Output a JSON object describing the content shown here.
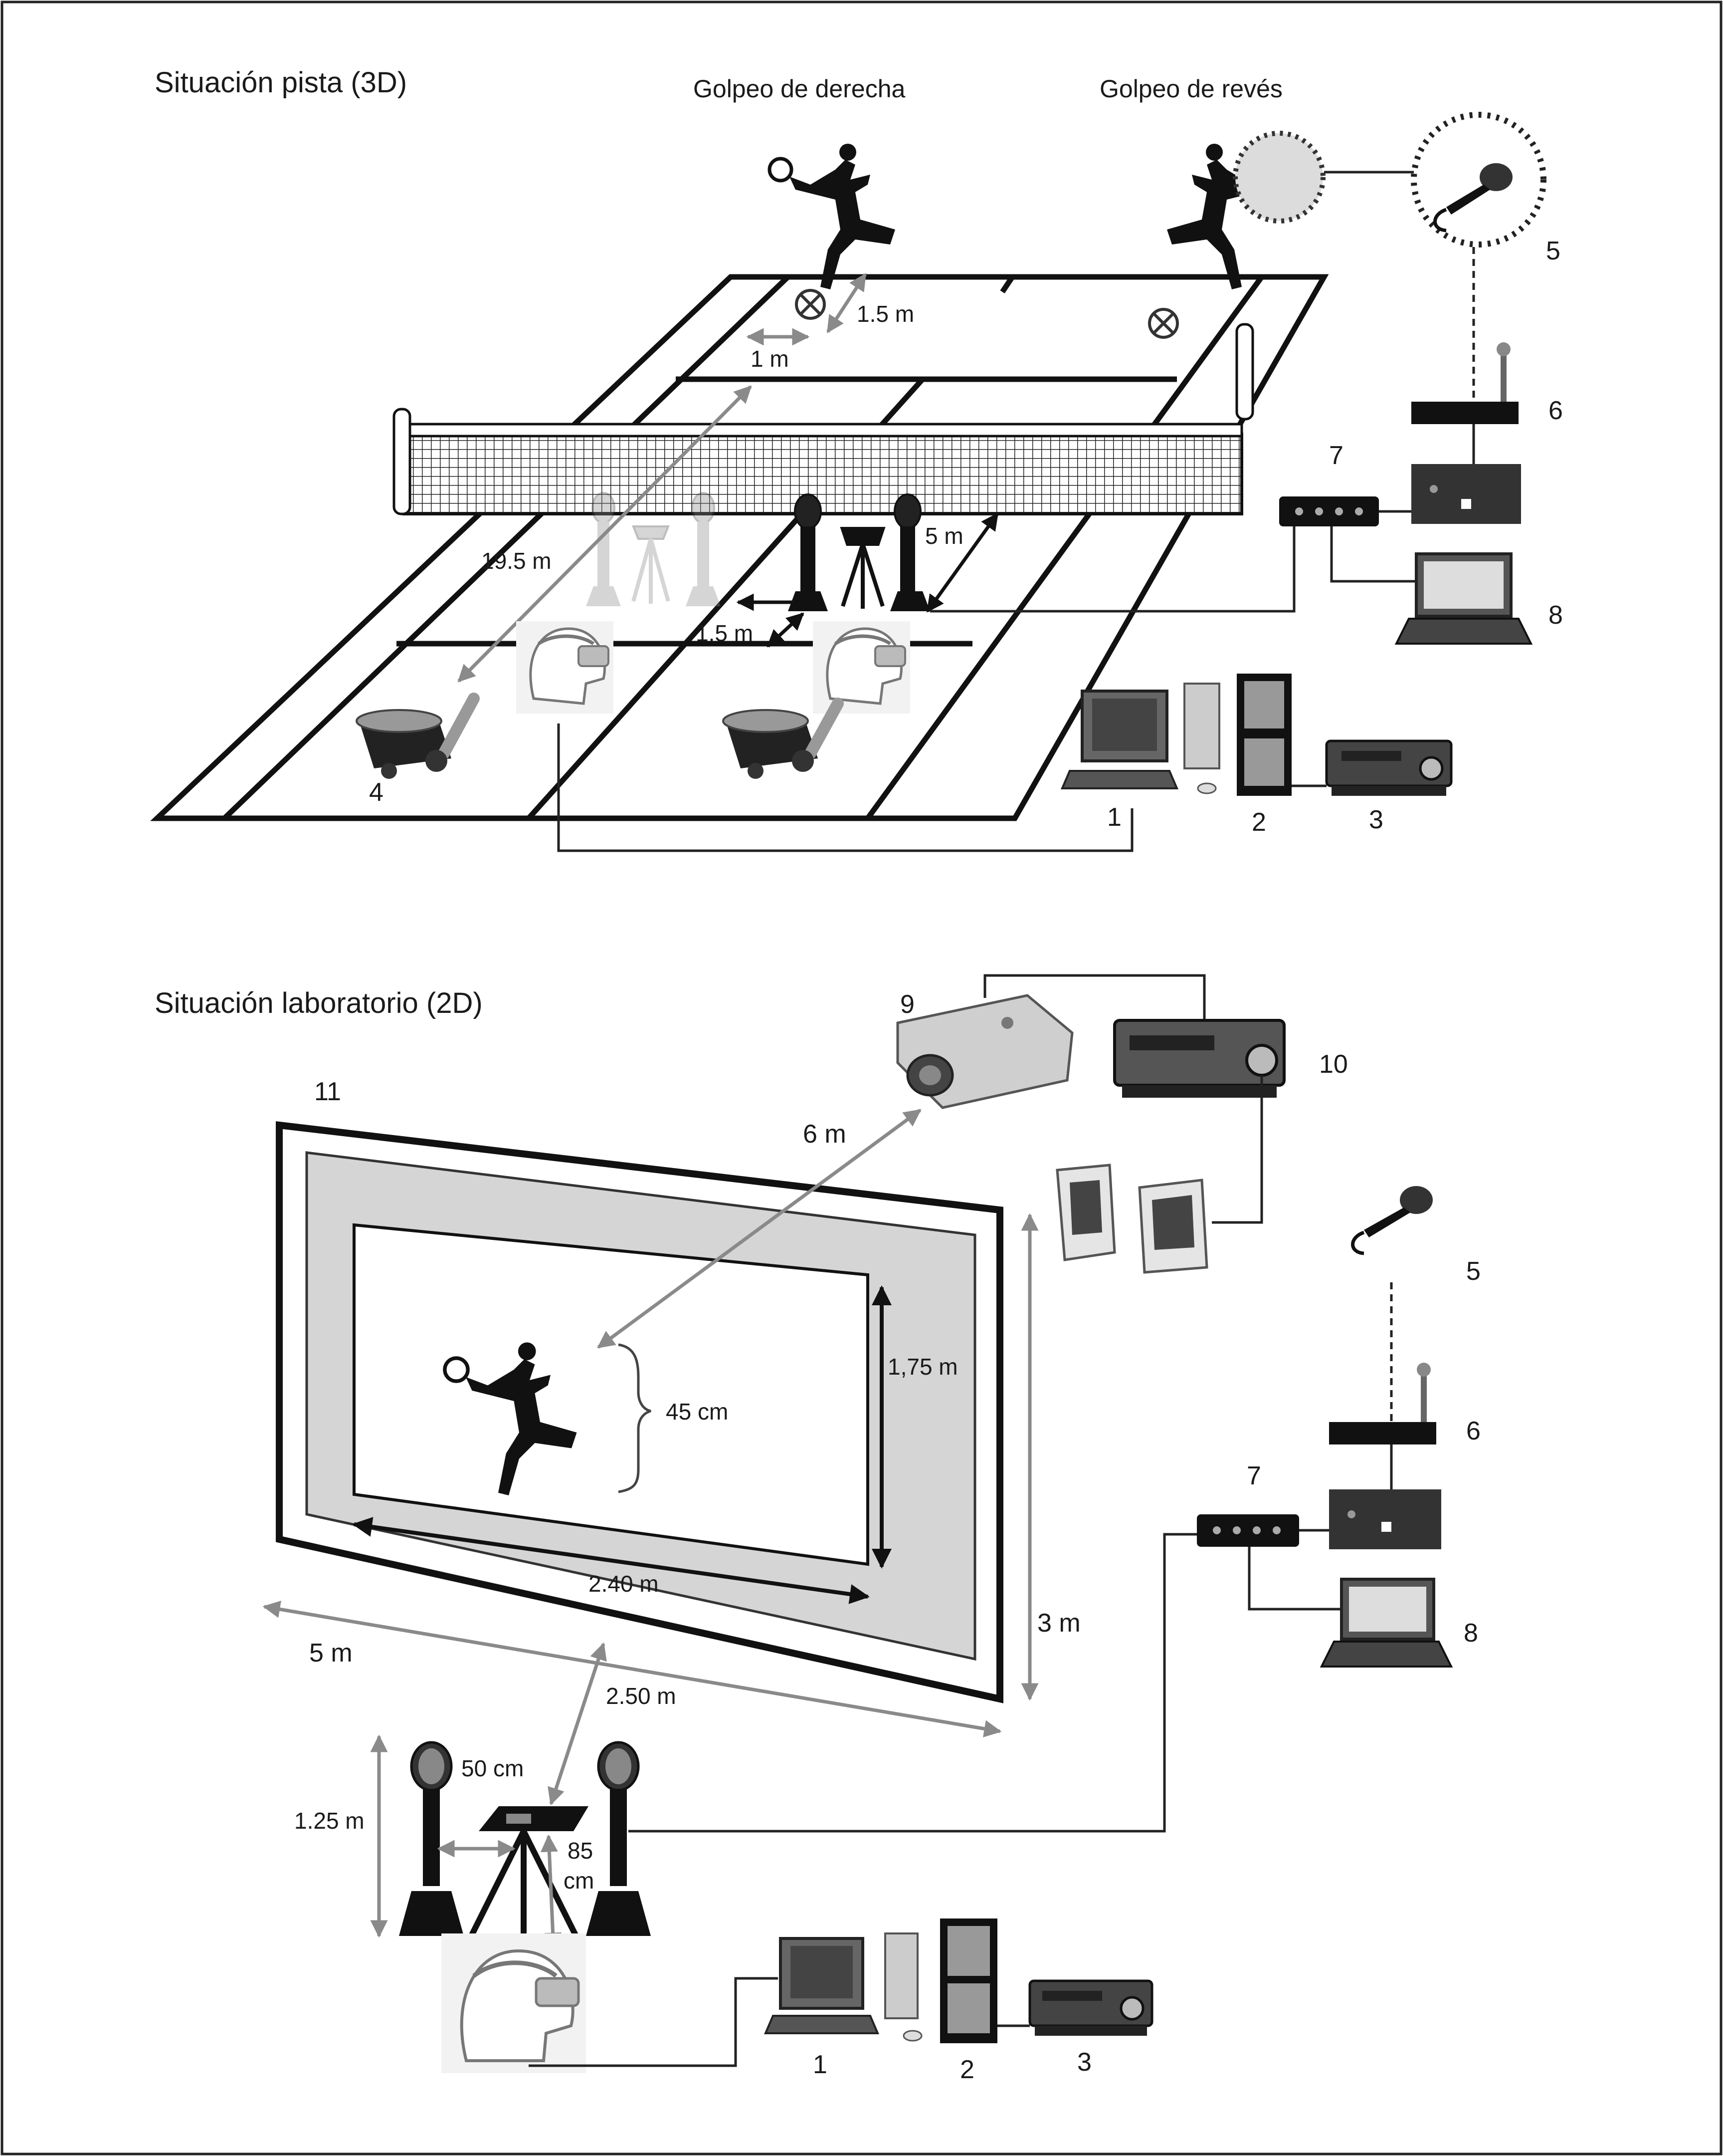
{
  "figure": {
    "court": {
      "title": "Situación pista (3D)",
      "forehand_label": "Golpeo de derecha",
      "backhand_label": "Golpeo de revés",
      "measures": {
        "target_offset": "1.5 m",
        "target_spacing": "1 m",
        "court_distance": "19.5 m",
        "projector_distance": "5 m",
        "post_spacing": "1.5 m"
      },
      "numbers": {
        "computer": "1",
        "tower": "2",
        "recorder": "3",
        "ball_machine": "4",
        "microphone": "5",
        "receiver": "6",
        "hub": "7",
        "laptop": "8"
      }
    },
    "lab": {
      "title": "Situación laboratorio (2D)",
      "measures": {
        "projector_distance": "6 m",
        "player_height": "45 cm",
        "image_height": "1,75 m",
        "image_width": "2.40 m",
        "screen_height": "3 m",
        "screen_width": "5 m",
        "subject_distance": "2.50 m",
        "post_spacing": "50 cm",
        "post_height": "1.25 m",
        "tripod_height_value": "85",
        "tripod_height_unit": "cm"
      },
      "numbers": {
        "computer": "1",
        "tower": "2",
        "recorder": "3",
        "microphone": "5",
        "receiver": "6",
        "hub": "7",
        "laptop": "8",
        "projector": "9",
        "video": "10",
        "screen": "11"
      }
    }
  }
}
